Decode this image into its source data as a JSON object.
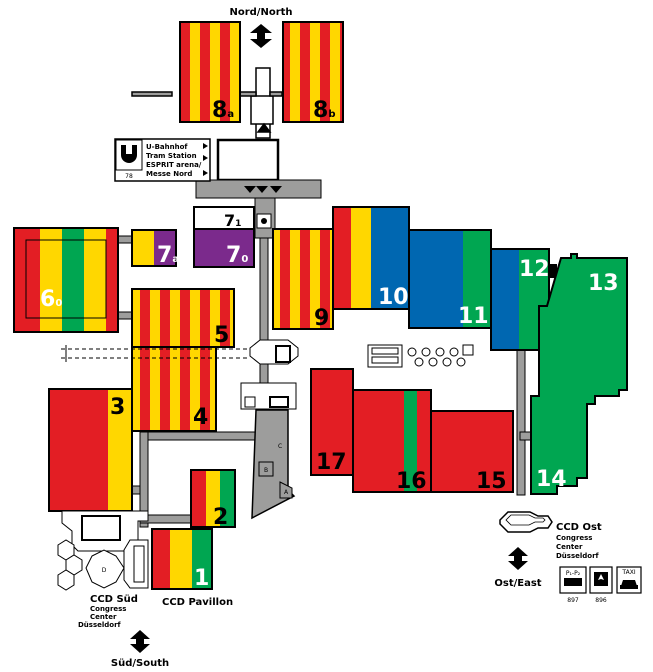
{
  "compass": {
    "north": "Nord/North",
    "south": "Süd/South",
    "east": "Ost/East"
  },
  "halls": {
    "h1": "1",
    "h2": "2",
    "h3": "3",
    "h4": "4",
    "h5": "5",
    "h6": "6",
    "h6_sub": "0",
    "h7a": "7",
    "h7a_sub": "a",
    "h7_1": "7",
    "h7_1_sub": "1",
    "h7_0": "7",
    "h7_0_sub": "0",
    "h8a": "8",
    "h8a_sub": "a",
    "h8b": "8",
    "h8b_sub": "b",
    "h9": "9",
    "h10": "10",
    "h11": "11",
    "h12": "12",
    "h13": "13",
    "h14": "14",
    "h15": "15",
    "h16": "16",
    "h17": "17"
  },
  "building_letters": {
    "a": "A",
    "b": "B",
    "c": "C",
    "d": "D"
  },
  "station": {
    "line1": "U-Bahnhof",
    "line2": "Tram Station",
    "line3": "ESPRIT arena/",
    "line4": "Messe Nord",
    "number": "78"
  },
  "ccd_ost": {
    "title": "CCD Ost",
    "l1": "Congress",
    "l2": "Center",
    "l3": "Düsseldorf"
  },
  "ccd_sued": {
    "title": "CCD Süd",
    "l1": "Congress",
    "l2": "Center",
    "l3": "Düsseldorf"
  },
  "ccd_pavillon": "CCD Pavillon",
  "transport": {
    "parking_label": "P₁-P₂",
    "parking_number": "897",
    "plane_number": "896",
    "taxi_label": "TAXI"
  },
  "colors": {
    "red": "#e31e24",
    "yellow": "#ffd700",
    "green": "#00a651",
    "blue": "#0067b1",
    "purple": "#7b2a8c",
    "gray": "#9d9d9c"
  }
}
